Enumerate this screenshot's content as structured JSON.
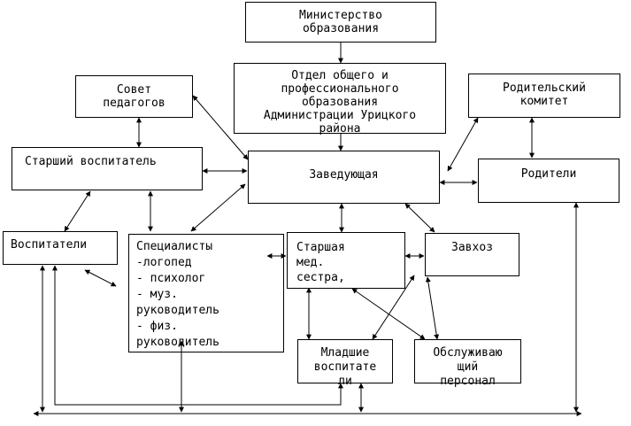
{
  "nodes": {
    "ministry": {
      "lines": [
        "Министерство",
        "образования"
      ]
    },
    "department": {
      "lines": [
        "Отдел общего и",
        "профессионального",
        "образования",
        "Администрации Урицкого",
        "района"
      ]
    },
    "council": {
      "lines": [
        "Совет",
        "педагогов"
      ]
    },
    "parent_committee": {
      "lines": [
        "Родительский",
        "комитет"
      ]
    },
    "senior_educator": {
      "lines": [
        "Старший воспитатель"
      ]
    },
    "head": {
      "lines": [
        "Заведующая"
      ]
    },
    "parents": {
      "lines": [
        "Родители"
      ]
    },
    "educators": {
      "lines": [
        "Воспитатели"
      ]
    },
    "specialists": {
      "lines": [
        "Специалисты",
        "-логопед",
        "- психолог",
        "- муз.",
        "руководитель",
        "- физ.",
        "руководитель"
      ]
    },
    "senior_nurse": {
      "lines": [
        "Старшая",
        "мед.",
        "сестра,"
      ]
    },
    "supply_manager": {
      "lines": [
        "Завхоз"
      ]
    },
    "junior_educators": {
      "lines": [
        "Младшие",
        "воспитате",
        "ли"
      ]
    },
    "service_staff": {
      "lines": [
        "Обслуживаю",
        "щий",
        "персонал"
      ]
    }
  },
  "style": {
    "line_color": "#000000",
    "box_border": "#000000",
    "background": "#ffffff"
  }
}
